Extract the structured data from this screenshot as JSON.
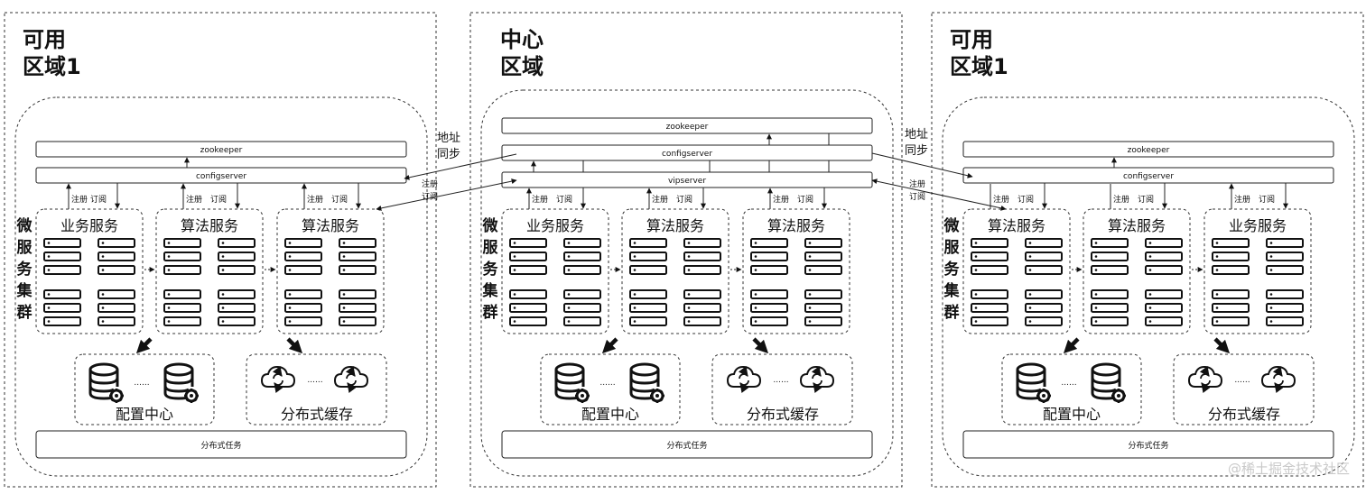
{
  "regions": [
    {
      "title_lines": [
        "可用",
        "区域1"
      ],
      "bars": [
        "zookeeper",
        "configserver"
      ],
      "side_label": [
        "微",
        "服",
        "务",
        "集",
        "群"
      ],
      "services": [
        "业务服务",
        "算法服务",
        "算法服务"
      ],
      "reg_label": "注册",
      "sub_label": "订阅",
      "config_center": "配置中心",
      "cache": "分布式缓存",
      "dots": "......",
      "task": "分布式任务"
    },
    {
      "title_lines": [
        "中心",
        "区域"
      ],
      "bars": [
        "zookeeper",
        "configserver",
        "vipserver"
      ],
      "side_label": [
        "微",
        "服",
        "务",
        "集",
        "群"
      ],
      "services": [
        "业务服务",
        "算法服务",
        "算法服务"
      ],
      "reg_label": "注册",
      "sub_label": "订阅",
      "config_center": "配置中心",
      "cache": "分布式缓存",
      "dots": "......",
      "task": "分布式任务"
    },
    {
      "title_lines": [
        "可用",
        "区域1"
      ],
      "bars": [
        "zookeeper",
        "configserver"
      ],
      "side_label": [
        "微",
        "服",
        "务",
        "集",
        "群"
      ],
      "services": [
        "算法服务",
        "算法服务",
        "业务服务"
      ],
      "reg_label": "注册",
      "sub_label": "订阅",
      "config_center": "配置中心",
      "cache": "分布式缓存",
      "dots": "......",
      "task": "分布式任务"
    }
  ],
  "connectors": {
    "addr_sync": [
      "地址",
      "同步"
    ],
    "reg": "注册",
    "sub": "订阅"
  },
  "watermark": "@稀土掘金技术社区"
}
